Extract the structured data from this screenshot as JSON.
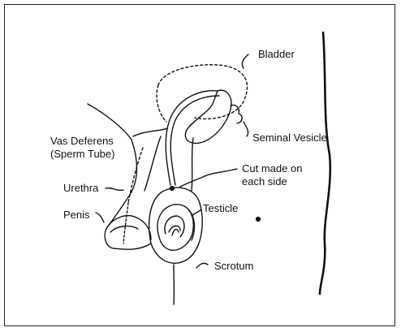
{
  "diagram": {
    "labels": {
      "bladder": "Bladder",
      "seminal_vesicle": "Seminal Vesicle",
      "vas_deferens_line1": "Vas Deferens",
      "vas_deferens_line2": "(Sperm Tube)",
      "cut_line1": "Cut made on",
      "cut_line2": "each side",
      "urethra": "Urethra",
      "testicle": "Testicle",
      "penis": "Penis",
      "scrotum": "Scrotum"
    }
  }
}
